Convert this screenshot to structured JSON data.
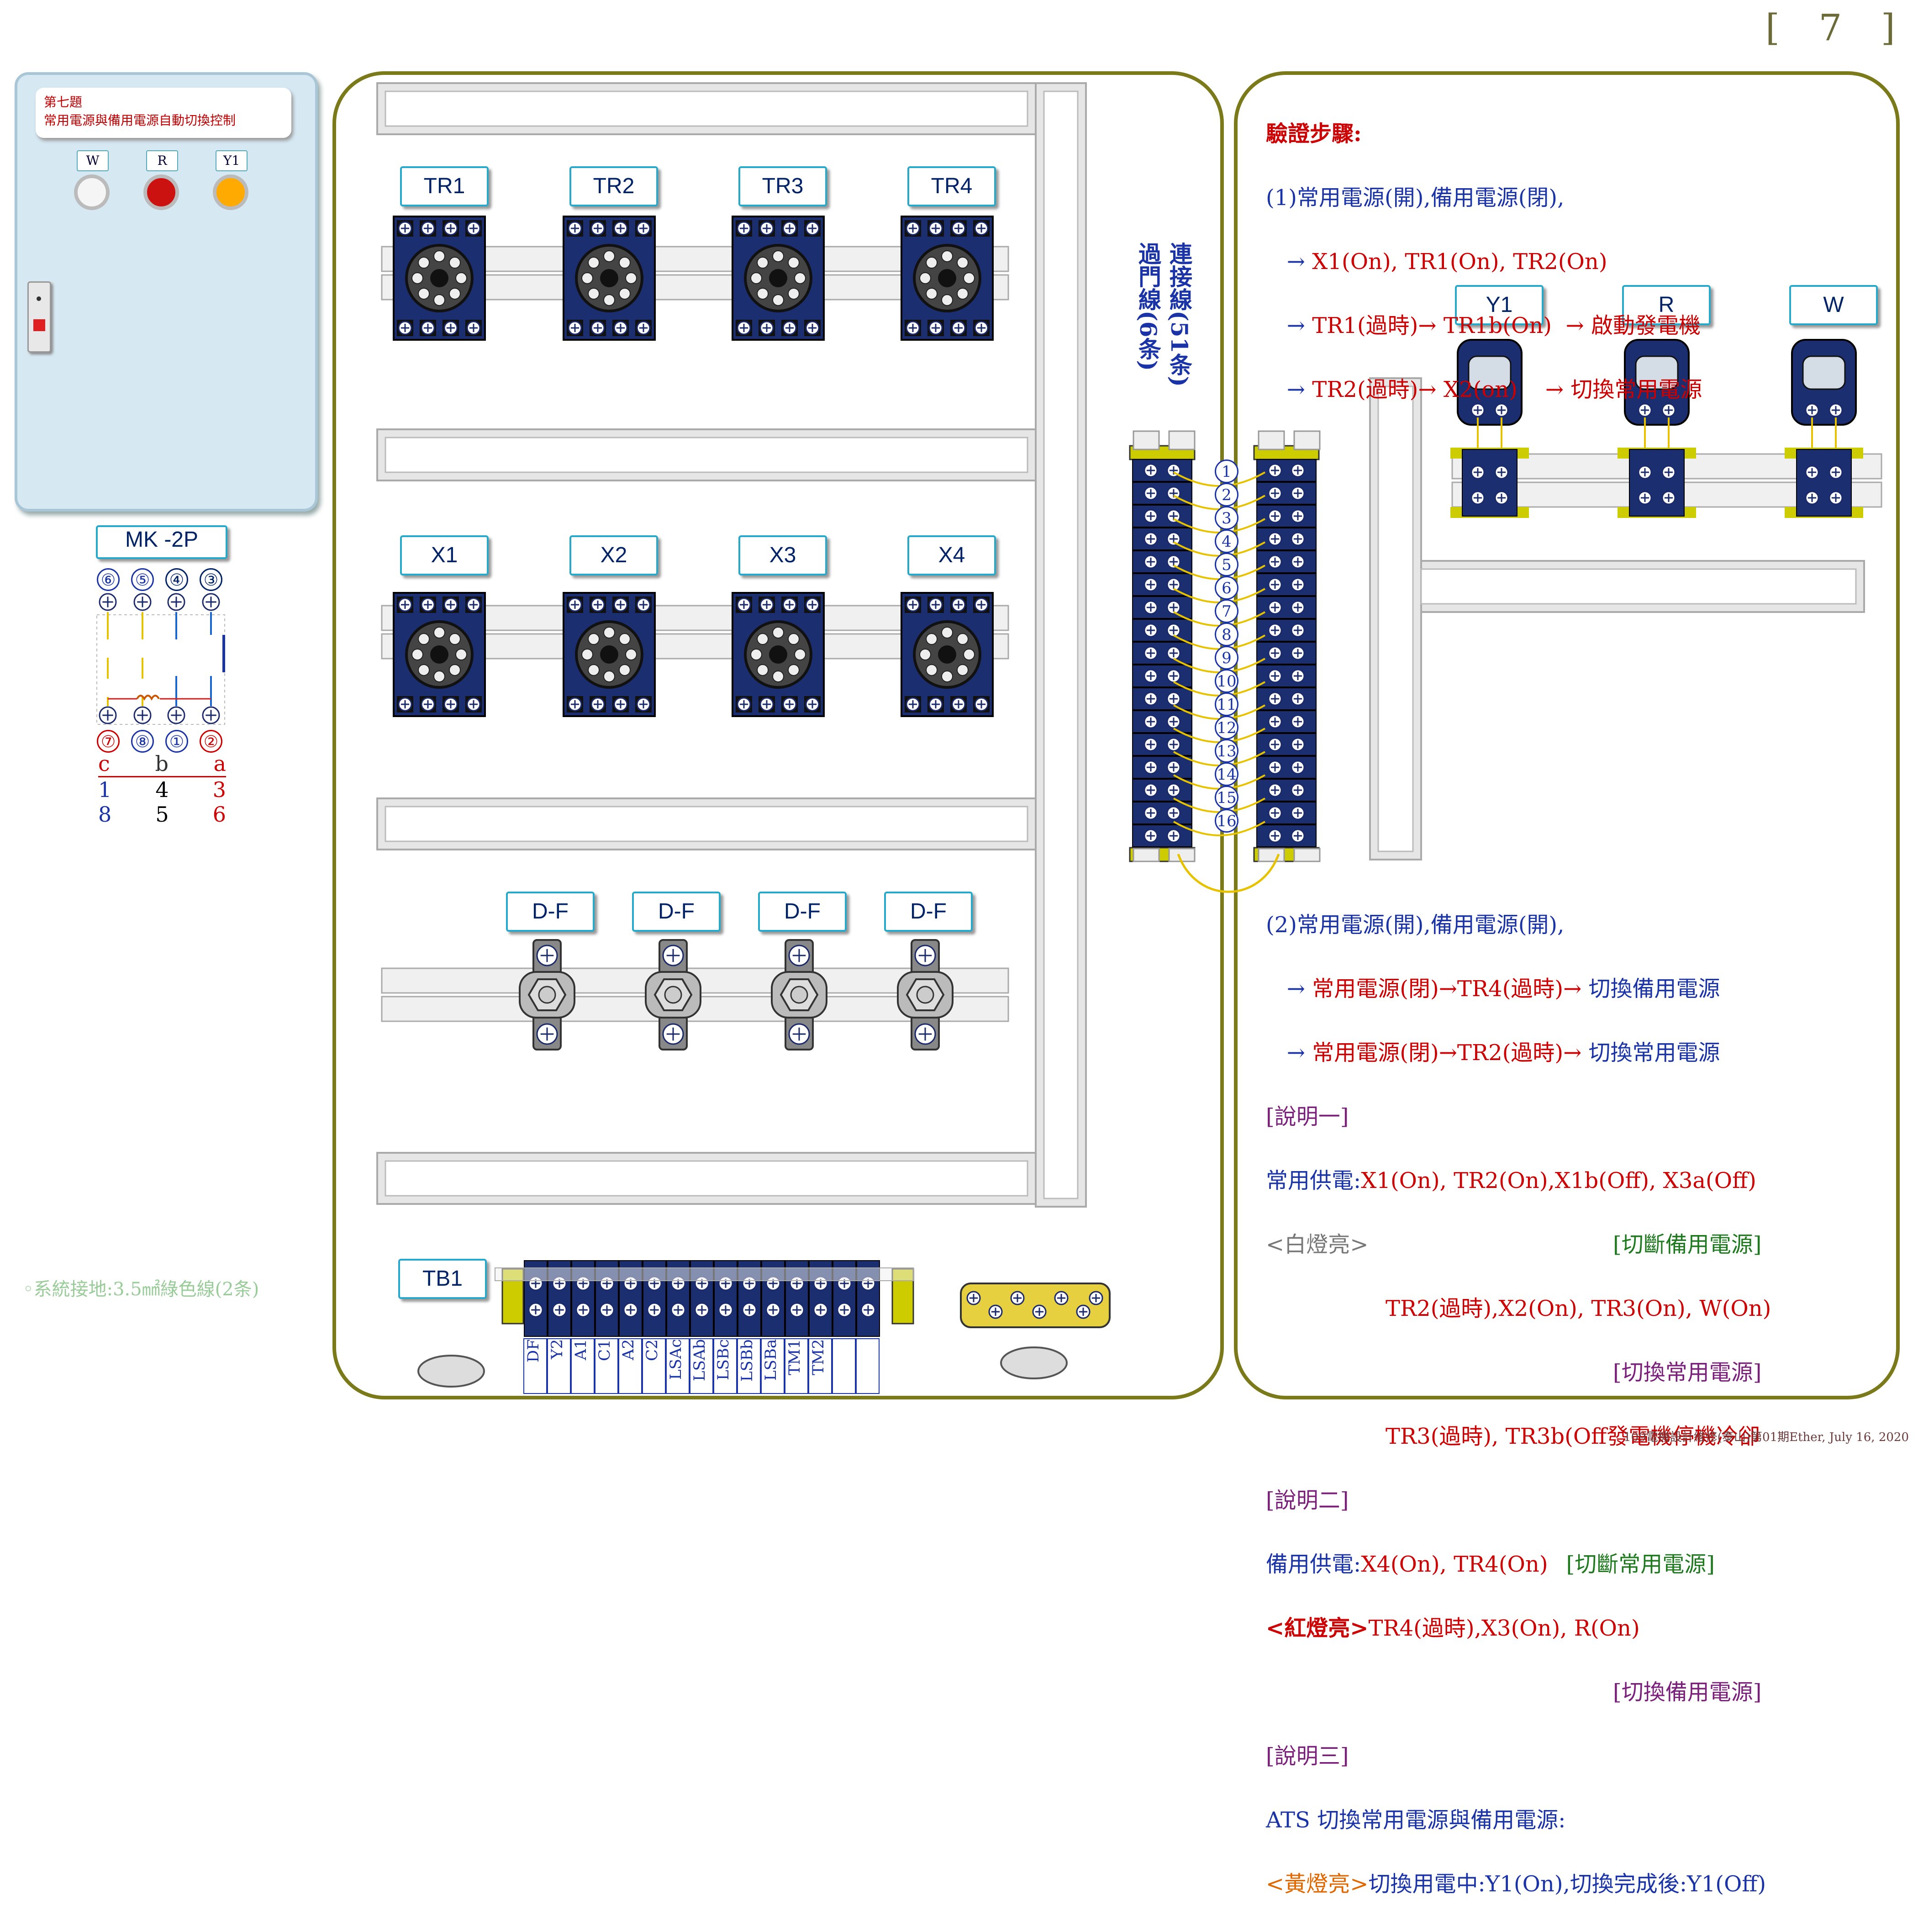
{
  "page": {
    "number": "[ 7 ]",
    "footer": "109電機設計維修(泰山)第01期Ether, July 16, 2020"
  },
  "control_box": {
    "title_line1": "第七題",
    "title_line2": "常用電源與備用電源自動切換控制",
    "lamps": [
      {
        "label": "W",
        "color": "#f5f5f5"
      },
      {
        "label": "R",
        "color": "#cc1111"
      },
      {
        "label": "Y1",
        "color": "#ffaa00"
      }
    ]
  },
  "mk2p": {
    "title": "MK -2P",
    "top_pins": [
      "⑥",
      "⑤",
      "④",
      "③"
    ],
    "bottom_pins": [
      "⑦",
      "⑧",
      "①",
      "②"
    ],
    "table": [
      [
        "c",
        "b",
        "a"
      ],
      [
        "1",
        "4",
        "3"
      ],
      [
        "8",
        "5",
        "6"
      ]
    ]
  },
  "ground_note": "◦系統接地:3.5㎟綠色線(2条)",
  "relays_row1": [
    "TR1",
    "TR2",
    "TR3",
    "TR4"
  ],
  "relays_row2": [
    "X1",
    "X2",
    "X3",
    "X4"
  ],
  "df_labels": [
    "D-F",
    "D-F",
    "D-F",
    "D-F"
  ],
  "tb1": {
    "label": "TB1",
    "terminals": [
      "DF",
      "Y2",
      "A1",
      "C1",
      "A2",
      "C2",
      "LSAc",
      "LSAb",
      "LSBc",
      "LSBb",
      "LSBa",
      "TM1",
      "TM2",
      "",
      ""
    ]
  },
  "door_wires": {
    "line1": "過門線(6条)",
    "line2": "連接線(51条)",
    "numbers": [
      "1",
      "2",
      "3",
      "4",
      "5",
      "6",
      "7",
      "8",
      "9",
      "10",
      "11",
      "12",
      "13",
      "14",
      "15",
      "16"
    ]
  },
  "door_lamps": [
    "Y1",
    "R",
    "W"
  ],
  "steps": {
    "heading": "驗證步驟:",
    "s1": "(1)常用電源(開),備用電源(閉),",
    "s1a_arrow": "   →",
    "s1a": " X1(On), TR1(On), TR2(On)",
    "s1b_arrow": "   →",
    "s1b": " TR1(過時)→ TR1b(On)  → 啟動發電機",
    "s1c_arrow": "   →",
    "s1c": " TR2(過時)→ X2(on)    → 切換常用電源",
    "s2": "(2)常用電源(開),備用電源(開),",
    "s2a_arrow": "   → ",
    "s2a": "常用電源(閉)→TR4(過時)→",
    "s2a_end": " 切換備用電源",
    "s2b_arrow": "   → ",
    "s2b": "常用電源(閉)→TR2(過時)→",
    "s2b_end": " 切換常用電源",
    "note1_title": "[說明一]",
    "note1_a_label": "常用供電:",
    "note1_a": "X1(On), TR2(On),X1b(Off), X3a(Off)",
    "note1_b_label": "<白燈亮>",
    "note1_b_right": "[切斷備用電源]",
    "note1_c": "TR2(過時),X2(On), TR3(On), W(On)",
    "note1_d": "[切換常用電源]",
    "note1_e": "TR3(過時), TR3b(Off發電機停機冷卻",
    "note2_title": "[說明二]",
    "note2_a_label": "備用供電:",
    "note2_a": "X4(On), TR4(On)",
    "note2_a_right": "[切斷常用電源]",
    "note2_b_label": "<紅燈亮>",
    "note2_b": "TR4(過時),X3(On), R(On)",
    "note2_c": "[切換備用電源]",
    "note3_title": "[說明三]",
    "note3_a": "ATS 切換常用電源與備用電源:",
    "note3_b_label": "<黃燈亮>",
    "note3_b": "切換用電中:Y1(On),切換完成後:Y1(Off)"
  }
}
